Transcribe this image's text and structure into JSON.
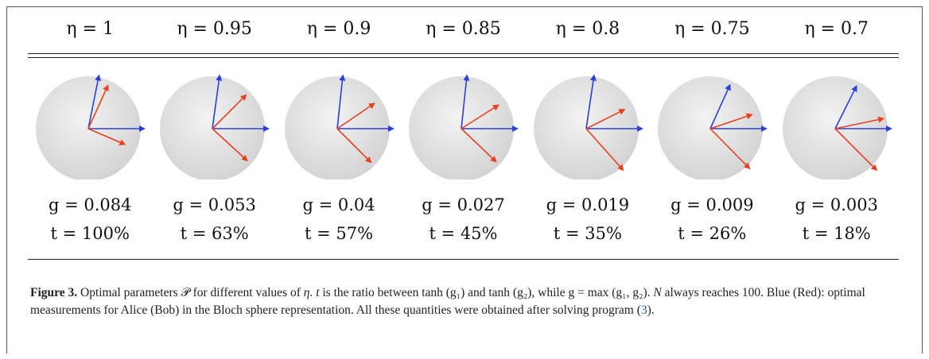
{
  "columns": [
    {
      "eta": "η = 1",
      "g": "g = 0.084",
      "t": "t = 100%",
      "blue": [
        [
          0.19,
          -0.95
        ],
        [
          0.999,
          0.0
        ]
      ],
      "red": [
        [
          0.35,
          -0.77
        ],
        [
          0.65,
          0.28
        ]
      ]
    },
    {
      "eta": "η = 0.95",
      "g": "g = 0.053",
      "t": "t = 63%",
      "blue": [
        [
          0.13,
          -0.95
        ],
        [
          0.999,
          0.0
        ]
      ],
      "red": [
        [
          0.6,
          -0.6
        ],
        [
          0.62,
          0.57
        ]
      ]
    },
    {
      "eta": "η = 0.9",
      "g": "g = 0.04",
      "t": "t = 57%",
      "blue": [
        [
          0.1,
          -0.95
        ],
        [
          0.999,
          0.0
        ]
      ],
      "red": [
        [
          0.66,
          -0.45
        ],
        [
          0.6,
          0.6
        ]
      ]
    },
    {
      "eta": "η = 0.85",
      "g": "g = 0.027",
      "t": "t = 45%",
      "blue": [
        [
          0.1,
          -0.95
        ],
        [
          0.999,
          0.0
        ]
      ],
      "red": [
        [
          0.66,
          -0.42
        ],
        [
          0.62,
          0.59
        ]
      ]
    },
    {
      "eta": "η = 0.8",
      "g": "g = 0.019",
      "t": "t = 35%",
      "blue": [
        [
          0.14,
          -0.95
        ],
        [
          0.999,
          0.0
        ]
      ],
      "red": [
        [
          0.68,
          -0.34
        ],
        [
          0.66,
          0.74
        ]
      ]
    },
    {
      "eta": "η = 0.75",
      "g": "g = 0.009",
      "t": "t = 26%",
      "blue": [
        [
          0.35,
          -0.78
        ],
        [
          0.999,
          0.0
        ]
      ],
      "red": [
        [
          0.74,
          -0.25
        ],
        [
          0.7,
          0.71
        ]
      ]
    },
    {
      "eta": "η = 0.7",
      "g": "g = 0.003",
      "t": "t = 18%",
      "blue": [
        [
          0.38,
          -0.76
        ],
        [
          0.999,
          0.0
        ]
      ],
      "red": [
        [
          0.86,
          -0.18
        ],
        [
          0.74,
          0.74
        ]
      ]
    }
  ],
  "colors": {
    "blue": "#2a3fd9",
    "red": "#e8401e",
    "sphere_light": "#f3f3f3",
    "sphere_dark": "#d4d4d4"
  },
  "caption": {
    "label": "Figure 3.",
    "text_1": " Optimal parameters 𝒫 for different values of ",
    "text_2": "η. t",
    "text_3": " is the ratio between tanh (g₁) and tanh (g₂), while g = max (g₁, g₂). ",
    "text_4": "N",
    "text_5": " always reaches 100. Blue (Red): optimal measurements for Alice (Bob) in the Bloch sphere representation. All these quantities were obtained after solving program (",
    "ref": "3",
    "text_6": ")."
  }
}
